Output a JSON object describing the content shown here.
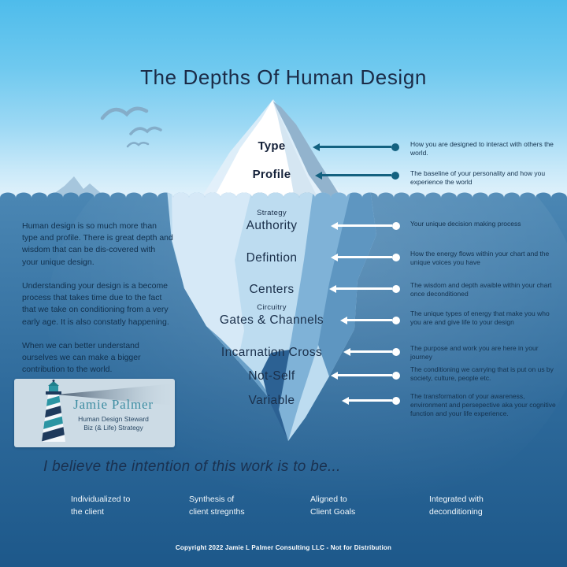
{
  "title": "The Depths Of Human Design",
  "surface_levels": [
    {
      "label": "Type",
      "desc": "How you are designed to interact with others the world."
    },
    {
      "label": "Profile",
      "desc": "The baseline of your personality and how you experience the world"
    }
  ],
  "underwater_levels": [
    {
      "eyebrow": "Strategy",
      "label": "Authority",
      "desc": "Your unique decision making process"
    },
    {
      "eyebrow": "",
      "label": "Defintion",
      "desc": "How the energy flows within your chart and the unique voices you have"
    },
    {
      "eyebrow": "",
      "label": "Centers",
      "desc": "The wisdom and depth avaible within your chart once deconditioned"
    },
    {
      "eyebrow": "Circuitry",
      "label": "Gates & Channels",
      "desc": "The unique types of energy that make you who you are and give life to your design"
    },
    {
      "eyebrow": "",
      "label": "Incarnation Cross",
      "desc": "The purpose and work you are here in your journey"
    },
    {
      "eyebrow": "",
      "label": "Not-Self",
      "desc": "The conditioning we carrying that is put on us by society, culture, people etc."
    },
    {
      "eyebrow": "",
      "label": "Variable",
      "desc": "The transformation of your awareness, environment and persepective aka your cognitive function and your life experience."
    }
  ],
  "left_text": {
    "paragraphs": [
      "Human design is so much more than type and profile. There is great depth and wisdom that can be dis-covered with your unique design.",
      "Understanding your design is a become process that takes time due to the fact that we take on conditioning from a very early age. It is also constatly happening.",
      "When we can better understand ourselves we can make a bigger contribution to the world."
    ]
  },
  "logo": {
    "name": "Jamie Palmer",
    "tagline1": "Human Design Steward",
    "tagline2": "Biz (& Life) Strategy",
    "mark": "lighthouse-icon"
  },
  "intention": {
    "heading": "I believe the intention of this work is to be...",
    "items": [
      "Individualized to\nthe client",
      "Synthesis of\nclient stregnths",
      "Aligned to\nClient Goals",
      "Integrated with\ndeconditioning"
    ]
  },
  "footer": {
    "copyright": "Copyright 2022 Jamie L Palmer Consulting LLC - Not for Distribution"
  },
  "icons": {
    "sky": "seagull-icons",
    "logo": "lighthouse-icon"
  },
  "colors": {
    "sky_top": "#4ebceb",
    "water_top": "#4b87b4",
    "water_bottom": "#1d588a",
    "iceberg_white": "#ffffff",
    "iceberg_pale": "#bddcf0",
    "arrow_teal": "#136180",
    "text_navy": "#1a2f4a",
    "logo_teal": "#3e8da2"
  }
}
